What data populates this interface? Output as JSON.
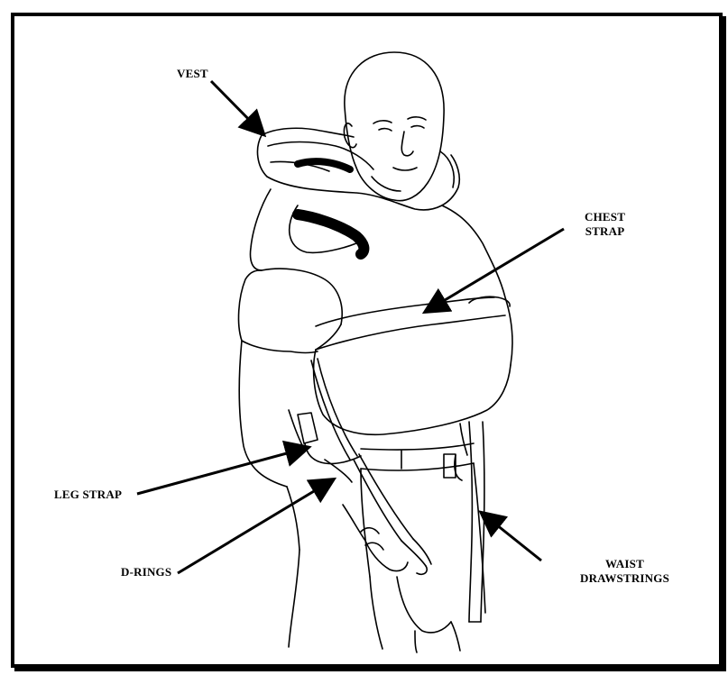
{
  "labels": {
    "vest": "VEST",
    "chest_strap": [
      "CHEST",
      "STRAP"
    ],
    "leg_strap": "LEG STRAP",
    "d_rings": "D-RINGS",
    "waist_drawstrings": [
      "WAIST",
      "DRAWSTRINGS"
    ]
  }
}
